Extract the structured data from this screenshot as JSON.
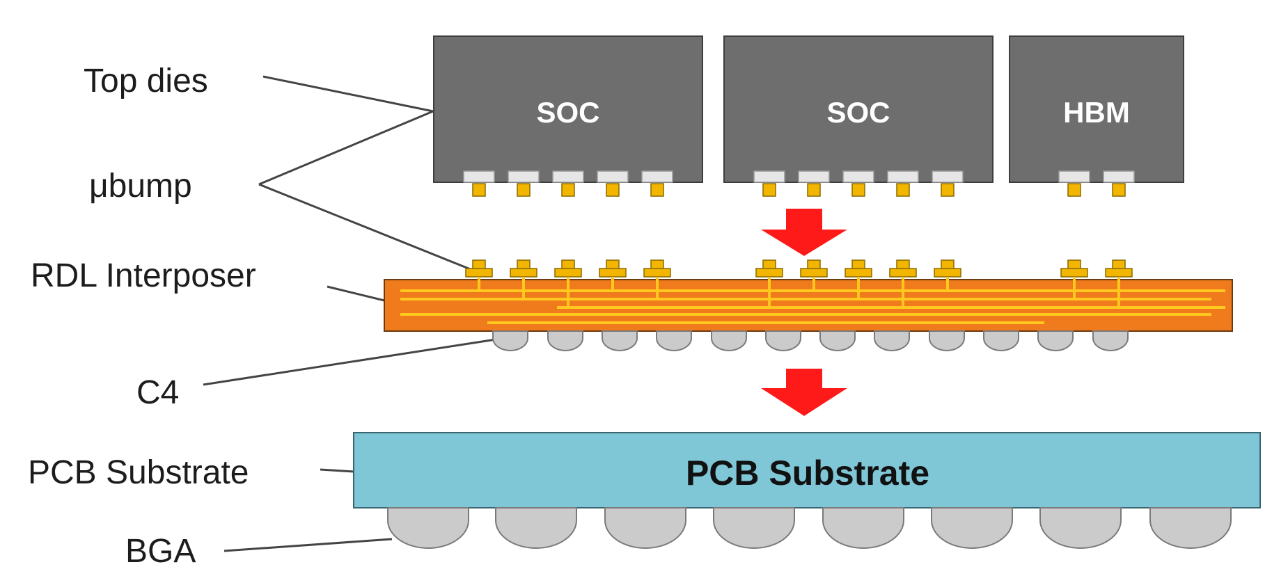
{
  "labels": {
    "top_dies": "Top dies",
    "ubump": "μbump",
    "rdl_interposer": "RDL Interposer",
    "c4": "C4",
    "pcb_substrate": "PCB Substrate",
    "bga": "BGA"
  },
  "dies": [
    {
      "label": "SOC"
    },
    {
      "label": "SOC"
    },
    {
      "label": "HBM"
    }
  ],
  "pcb_inner_label": "PCB Substrate",
  "colors": {
    "die": "#6e6e6e",
    "pad": "#e6e6e6",
    "bump": "#f2b600",
    "interposer": "#f07b1c",
    "trace": "#ffc81e",
    "solder": "#cbcbcb",
    "pcb": "#7fc6d6",
    "arrow": "#ff1a1a",
    "leader": "#444444"
  }
}
